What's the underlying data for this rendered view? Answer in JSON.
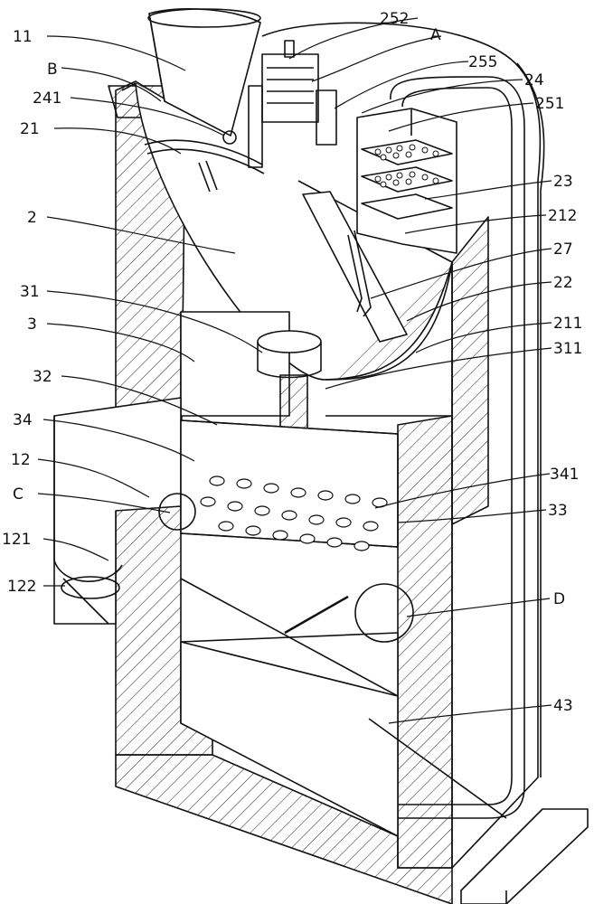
{
  "figure": {
    "labels": {
      "l11": "11",
      "lB": "B",
      "l241": "241",
      "l21": "21",
      "l2": "2",
      "l31": "31",
      "l3": "3",
      "l32": "32",
      "l34": "34",
      "l12": "12",
      "lC": "C",
      "l121": "121",
      "l122": "122",
      "l252": "252",
      "lA": "A",
      "l255": "255",
      "l24": "24",
      "l251": "251",
      "l23": "23",
      "l212": "212",
      "l27": "27",
      "l22": "22",
      "l211": "211",
      "l311": "311",
      "l341": "341",
      "l33": "33",
      "lD": "D",
      "l43": "43"
    }
  }
}
